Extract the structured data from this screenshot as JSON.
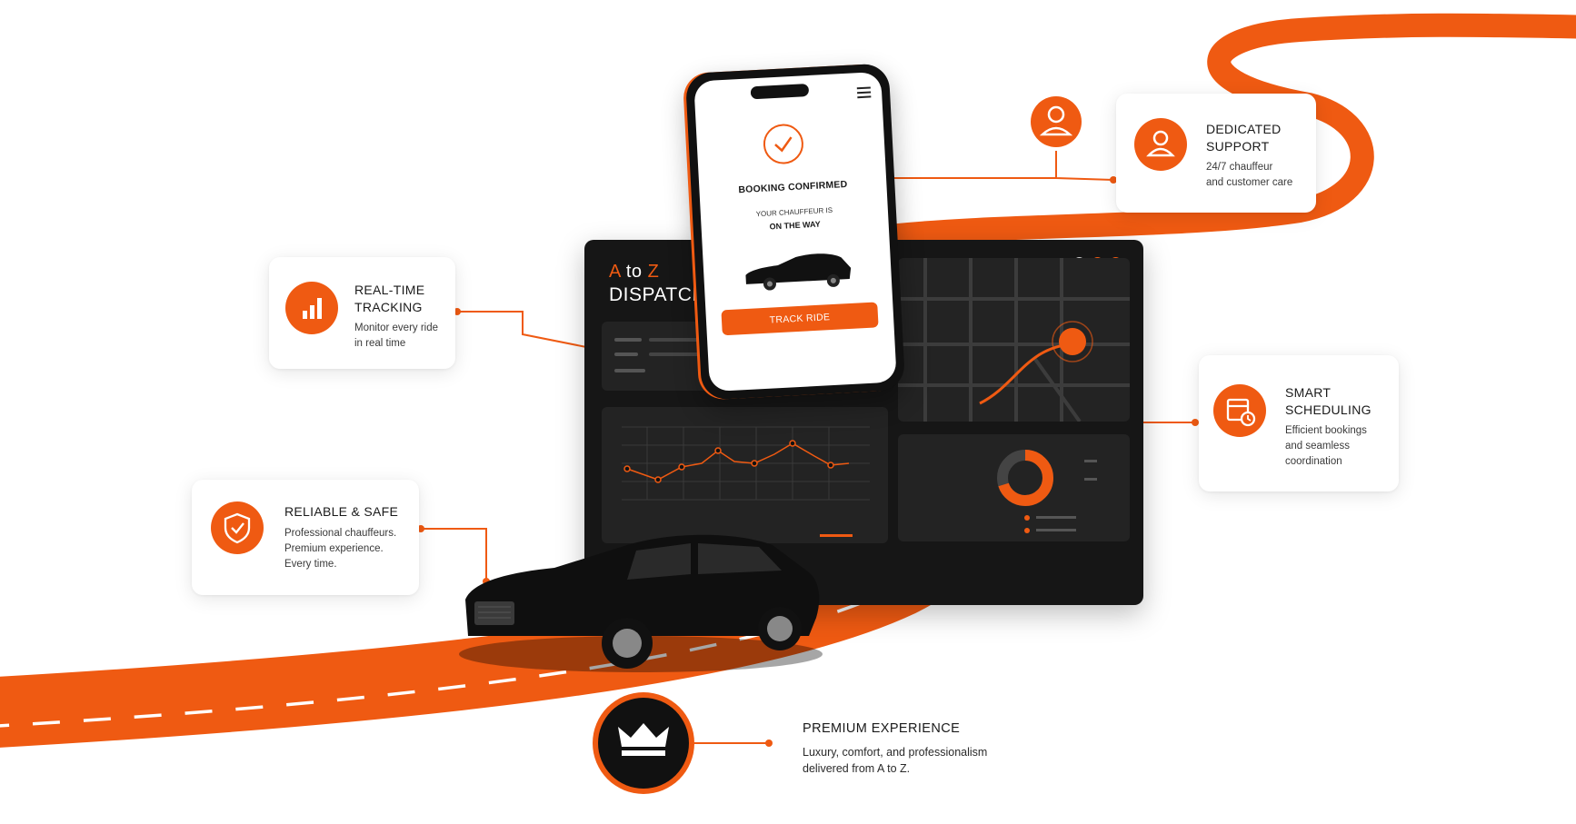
{
  "brand": {
    "accent": "#ef5a12",
    "dark": "#161616",
    "logo_line1_a": "A",
    "logo_line1_rest": "to",
    "logo_line1_z": "Z",
    "logo_line2": "DISPATCH"
  },
  "phone": {
    "heading": "BOOKING CONFIRMED",
    "sub_line1": "YOUR CHAUFFEUR IS",
    "sub_line2": "ON THE WAY",
    "button": "TRACK RIDE",
    "icons": [
      "checkmark-icon",
      "menu-icon",
      "sedan-icon"
    ]
  },
  "features": {
    "tracking": {
      "title": "REAL-TIME\nTRACKING",
      "desc": "Monitor every ride\nin real time",
      "icon": "bar-chart-icon"
    },
    "support": {
      "title": "DEDICATED\nSUPPORT",
      "desc": "24/7 chauffeur\nand customer care",
      "icon": "person-icon"
    },
    "scheduling": {
      "title": "SMART\nSCHEDULING",
      "desc": "Efficient bookings\nand seamless\ncoordination",
      "icon": "calendar-clock-icon"
    },
    "reliable": {
      "title": "RELIABLE & SAFE",
      "desc": "Professional chauffeurs.\nPremium experience.\nEvery time.",
      "icon": "shield-check-icon"
    },
    "premium": {
      "title": "PREMIUM EXPERIENCE",
      "desc": "Luxury, comfort, and professionalism\ndelivered from A to Z.",
      "icon": "crown-icon"
    }
  }
}
